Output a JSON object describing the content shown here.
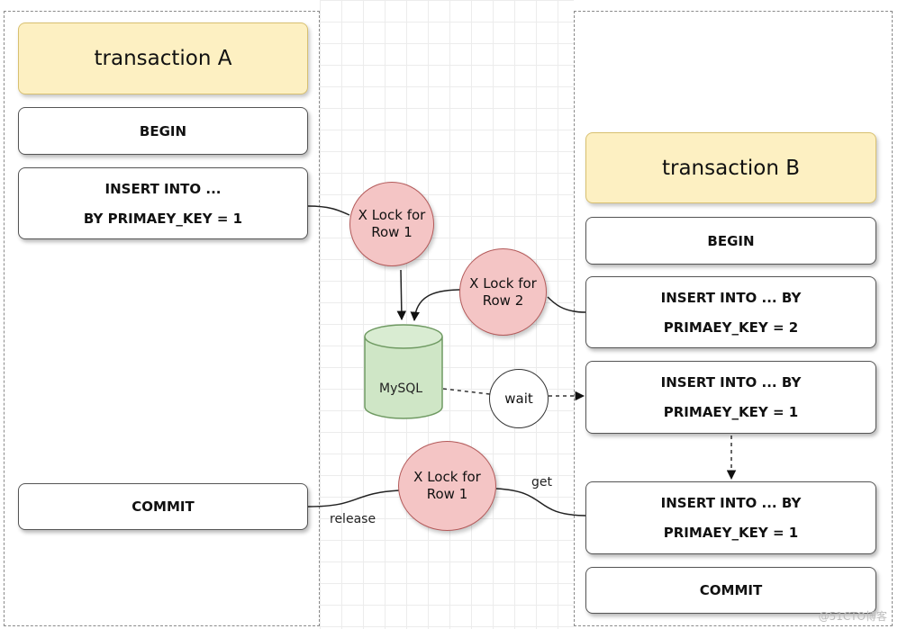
{
  "transaction_a": {
    "title": "transaction A",
    "begin": "BEGIN",
    "insert": {
      "line1": "INSERT INTO ...",
      "line2": "BY PRIMAEY_KEY = 1"
    },
    "commit": "COMMIT"
  },
  "transaction_b": {
    "title": "transaction B",
    "begin": "BEGIN",
    "insert_key2": {
      "line1": "INSERT INTO ... BY",
      "line2": "PRIMAEY_KEY = 2"
    },
    "insert_key1_wait": {
      "line1": "INSERT INTO ... BY",
      "line2": "PRIMAEY_KEY = 1"
    },
    "insert_key1_get": {
      "line1": "INSERT INTO ... BY",
      "line2": "PRIMAEY_KEY = 1"
    },
    "commit": "COMMIT"
  },
  "locks": {
    "lock_row1_a": {
      "line1": "X Lock for",
      "line2": "Row 1"
    },
    "lock_row2_b": {
      "line1": "X Lock for",
      "line2": "Row 2"
    },
    "lock_row1_release": {
      "line1": "X Lock for",
      "line2": "Row 1"
    }
  },
  "database": {
    "label": "MySQL"
  },
  "wait_label": "wait",
  "release_label": "release",
  "get_label": "get",
  "watermark": "@51CTO博客",
  "colors": {
    "title_fill": "#fdf0c2",
    "lock_fill": "#f4c5c5",
    "db_fill": "#cfe6c6",
    "lane_border": "#8a8a8a"
  }
}
